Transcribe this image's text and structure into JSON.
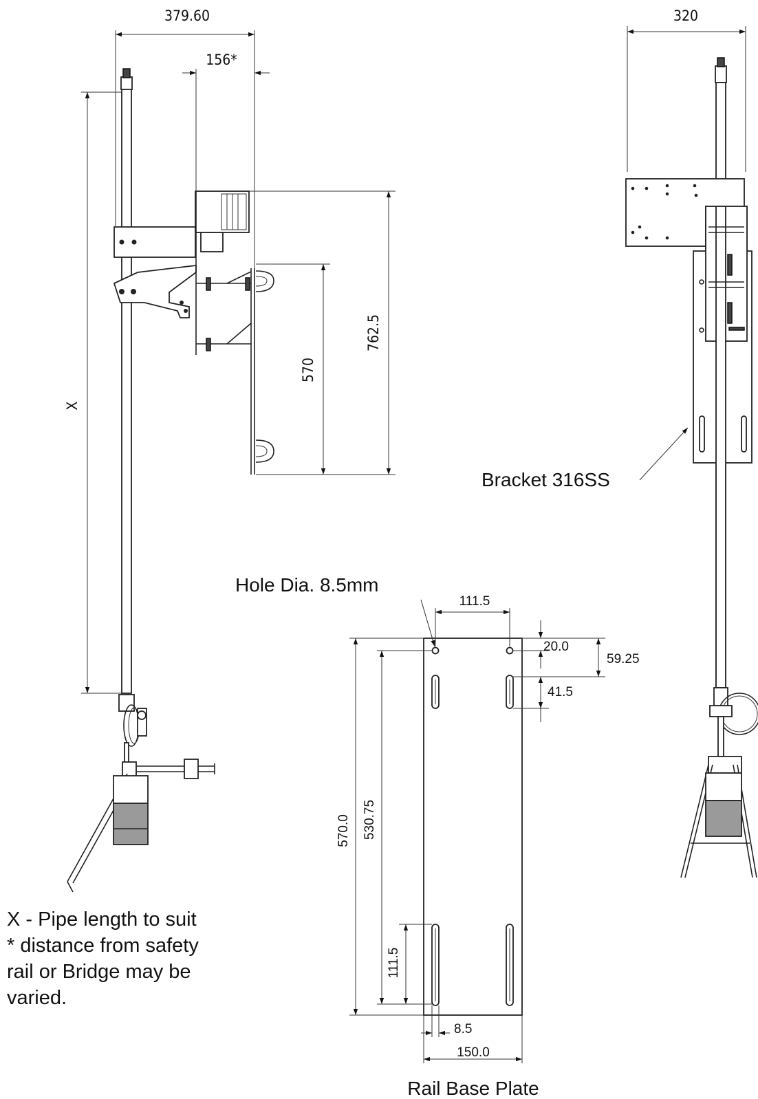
{
  "dimensions": {
    "overall_width": "379.60",
    "offset": "156*",
    "pipe_length": "X",
    "bracket_span": "570",
    "bracket_height": "762.5",
    "side_width": "320",
    "hole_spacing": "111.5",
    "top_offset_hole": "20.0",
    "top_offset_slot": "59.25",
    "slot_length_top": "41.5",
    "plate_length": "570.0",
    "hole_center_span": "530.75",
    "slot_length_bottom": "111.5",
    "slot_width": "8.5",
    "plate_width": "150.0"
  },
  "labels": {
    "bracket_material": "Bracket 316SS",
    "hole_diameter": "Hole Dia. 8.5mm",
    "base_plate_title": "Rail Base Plate"
  },
  "notes": [
    "X - Pipe length to suit",
    "* distance from safety",
    "rail or Bridge may be",
    "varied."
  ]
}
